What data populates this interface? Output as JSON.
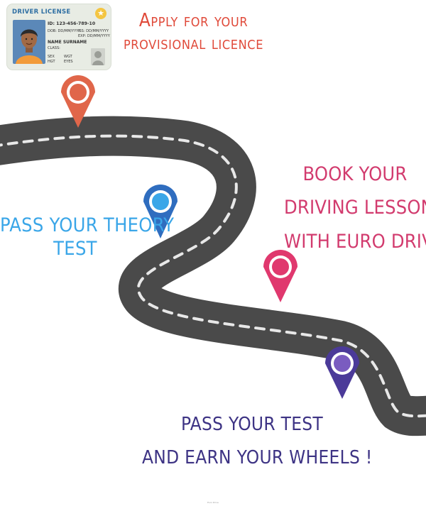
{
  "steps": [
    {
      "lines": [
        "Apply for your",
        "provisional licence"
      ],
      "color": "#e04a3a",
      "pin_color": "#e0664a"
    },
    {
      "lines": [
        "PASS YOUR THEORY",
        "TEST"
      ],
      "color": "#3aa6e8",
      "pin_color": "#2f6dbf"
    },
    {
      "lines": [
        "BOOK YOUR",
        "DRIVING LESSONS",
        "WITH EURO DRIVE"
      ],
      "color": "#d23b6e",
      "pin_color": "#e0386e"
    },
    {
      "lines": [
        "PASS YOUR TEST",
        "AND EARN YOUR WHEELS !"
      ],
      "color": "#3d3384",
      "pin_color": "#4b3a99"
    }
  ],
  "licence_card": {
    "title": "DRIVER LICENSE",
    "id": "ID: 123-456-789-10",
    "dob": "DOB: DD/MM/YYYY",
    "iss": "ISS: DD/MM/YYYY",
    "exp": "EXP: DD/MM/YYYY",
    "name": "NAME SURNAME",
    "class": "CLASS:",
    "sex": "SEX",
    "wgt": "WGT",
    "hgt": "HGT",
    "eyes": "EYES",
    "star_icon": "star-icon"
  },
  "footnote": "Euro Drive"
}
